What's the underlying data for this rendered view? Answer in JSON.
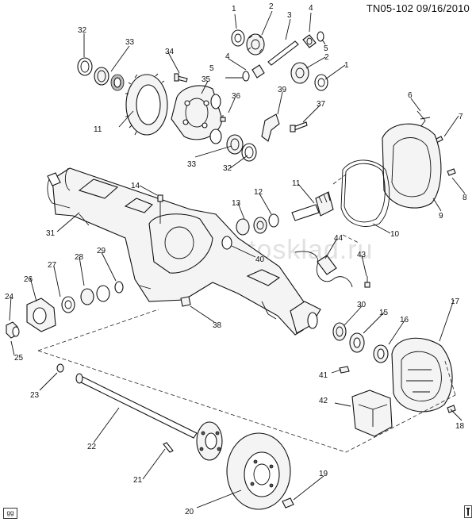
{
  "header": {
    "code": "TN05-102 09/16/2010"
  },
  "watermark": "www.autosklad.ru",
  "corner_tag": "gg",
  "callouts": [
    {
      "id": "c1a",
      "label": "1"
    },
    {
      "id": "c2a",
      "label": "2"
    },
    {
      "id": "c3",
      "label": "3"
    },
    {
      "id": "c4a",
      "label": "4"
    },
    {
      "id": "c5a",
      "label": "5"
    },
    {
      "id": "c4b",
      "label": "4"
    },
    {
      "id": "c2b",
      "label": "2"
    },
    {
      "id": "c1b",
      "label": "1"
    },
    {
      "id": "c5b",
      "label": "5"
    },
    {
      "id": "c32a",
      "label": "32"
    },
    {
      "id": "c33a",
      "label": "33"
    },
    {
      "id": "c34",
      "label": "34"
    },
    {
      "id": "c35",
      "label": "35"
    },
    {
      "id": "c11a",
      "label": "11"
    },
    {
      "id": "c36",
      "label": "36"
    },
    {
      "id": "c39",
      "label": "39"
    },
    {
      "id": "c37",
      "label": "37"
    },
    {
      "id": "c6",
      "label": "6"
    },
    {
      "id": "c7",
      "label": "7"
    },
    {
      "id": "c33b",
      "label": "33"
    },
    {
      "id": "c32b",
      "label": "32"
    },
    {
      "id": "c8",
      "label": "8"
    },
    {
      "id": "c9",
      "label": "9"
    },
    {
      "id": "c14",
      "label": "14"
    },
    {
      "id": "c11b",
      "label": "11"
    },
    {
      "id": "c13",
      "label": "13"
    },
    {
      "id": "c12",
      "label": "12"
    },
    {
      "id": "c10",
      "label": "10"
    },
    {
      "id": "c31",
      "label": "31"
    },
    {
      "id": "c44",
      "label": "44"
    },
    {
      "id": "c43",
      "label": "43"
    },
    {
      "id": "c40",
      "label": "40"
    },
    {
      "id": "c27",
      "label": "27"
    },
    {
      "id": "c28",
      "label": "28"
    },
    {
      "id": "c29",
      "label": "29"
    },
    {
      "id": "c26",
      "label": "26"
    },
    {
      "id": "c24",
      "label": "24"
    },
    {
      "id": "c25",
      "label": "25"
    },
    {
      "id": "c38",
      "label": "38"
    },
    {
      "id": "c30",
      "label": "30"
    },
    {
      "id": "c15",
      "label": "15"
    },
    {
      "id": "c16",
      "label": "16"
    },
    {
      "id": "c17",
      "label": "17"
    },
    {
      "id": "c41",
      "label": "41"
    },
    {
      "id": "c23",
      "label": "23"
    },
    {
      "id": "c42",
      "label": "42"
    },
    {
      "id": "c18",
      "label": "18"
    },
    {
      "id": "c22",
      "label": "22"
    },
    {
      "id": "c21",
      "label": "21"
    },
    {
      "id": "c19",
      "label": "19"
    },
    {
      "id": "c20",
      "label": "20"
    }
  ]
}
